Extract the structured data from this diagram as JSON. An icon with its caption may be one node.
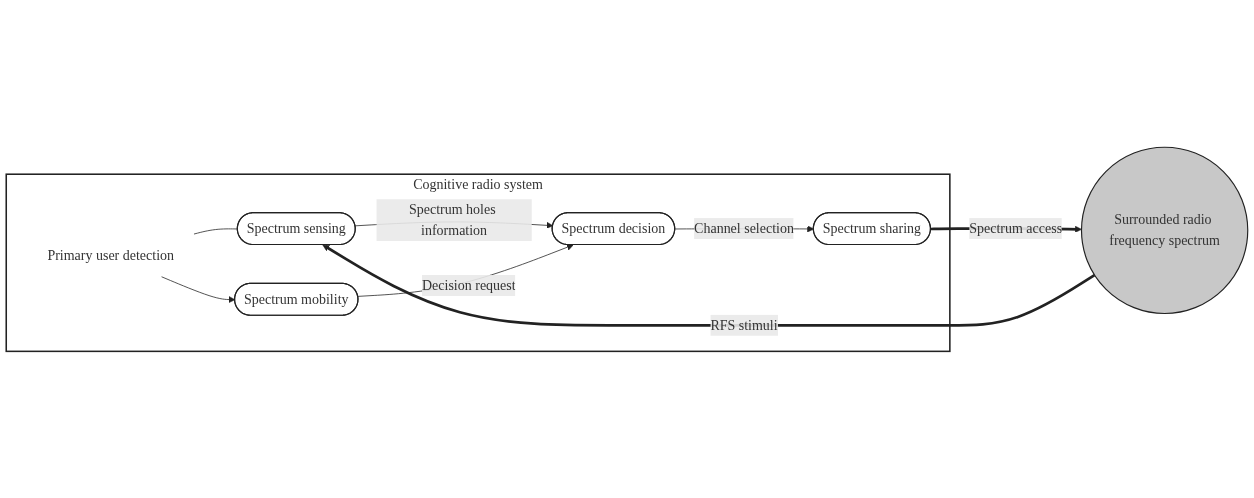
{
  "diagram": {
    "nodes": [
      {
        "text": [
          "Cognitive radio system"
        ]
      },
      {
        "text": [
          "Primary user detection"
        ],
        "in": 0
      },
      {
        "text": [
          "Spectrum sensing"
        ],
        "in": 0
      },
      {
        "text": [
          "Spectrum mobility"
        ],
        "in": 0
      },
      {
        "text": [
          "Spectrum decision"
        ],
        "in": 0
      },
      {
        "text": [
          "Spectrum sharing"
        ],
        "in": 0
      },
      {
        "text": [
          "Surrounded radio frequency spectrum"
        ]
      }
    ],
    "edges": [
      {
        "from": 1,
        "to": 2,
        "arrow": "none"
      },
      {
        "from": 1,
        "to": 3,
        "arrow": "to"
      },
      {
        "from": 2,
        "to": 4,
        "arrow": "to",
        "label": "Spectrum holes information"
      },
      {
        "from": 3,
        "to": 4,
        "arrow": "to",
        "label": "Decision request"
      },
      {
        "from": 4,
        "to": 5,
        "arrow": "to",
        "label": "Channel selection"
      },
      {
        "from": 6,
        "to": 2,
        "arrow": "to",
        "label": "RFS stimuli",
        "style": "thick"
      },
      {
        "from": 5,
        "to": 6,
        "arrow": "to",
        "label": "Spectrum access",
        "style": "thick"
      }
    ]
  }
}
